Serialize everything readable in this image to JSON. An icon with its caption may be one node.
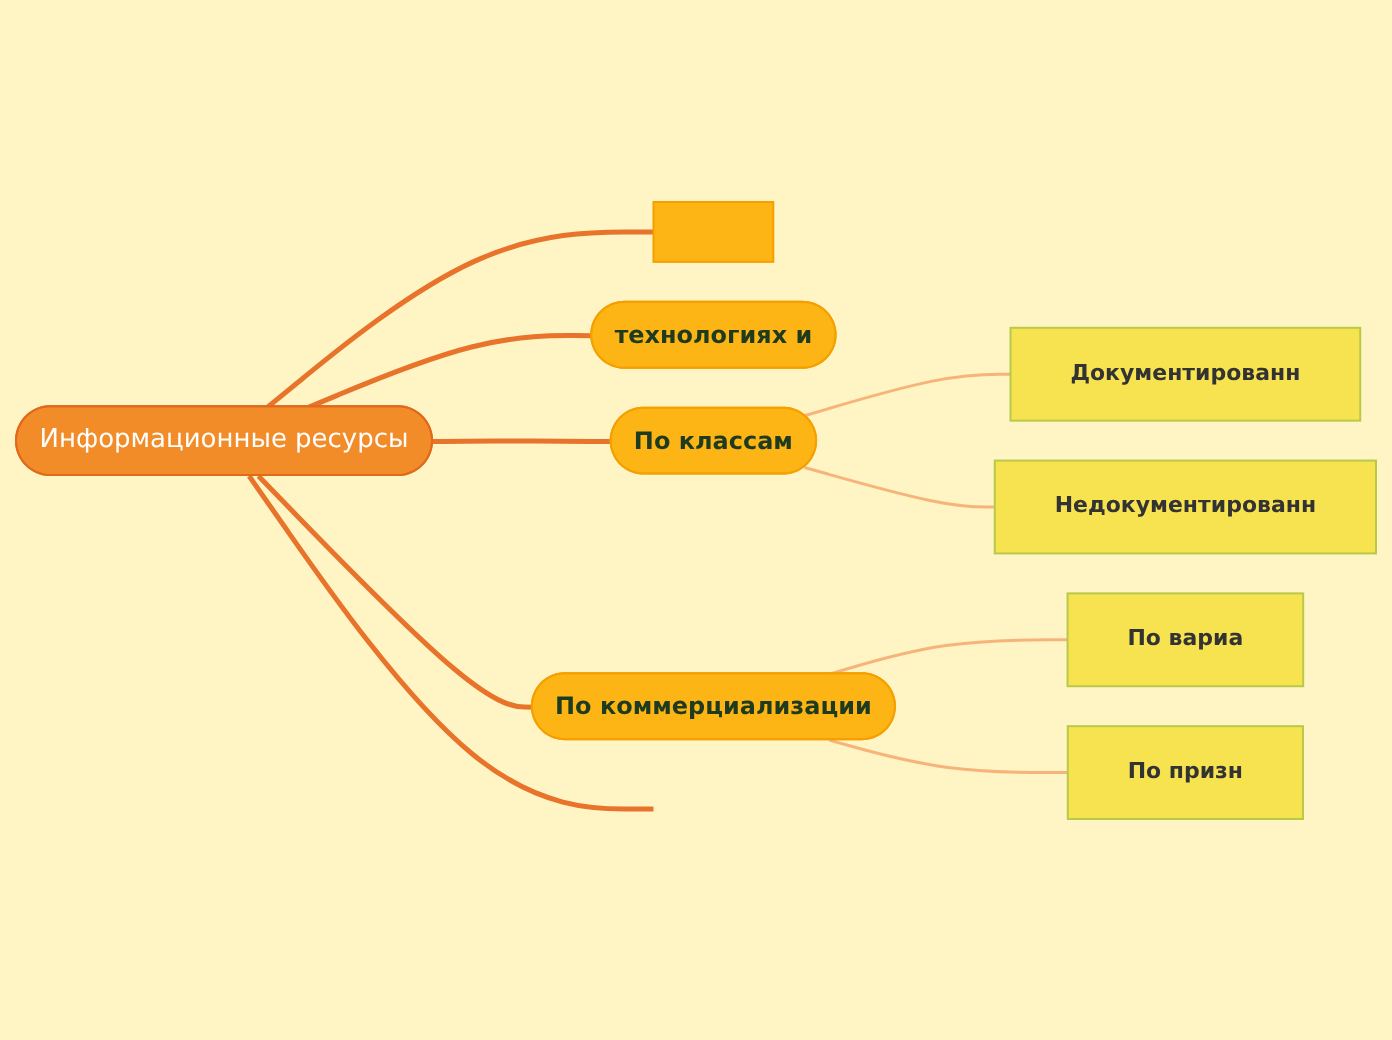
{
  "diagram": {
    "nodes": [
      {
        "text": [
          "Информационные ресурсы"
        ]
      },
      {
        "text": [],
        "shape": "box"
      },
      {
        "text": [
          "технологиях и"
        ]
      },
      {
        "text": [
          "По классам"
        ]
      },
      {
        "text": [
          "Документированн"
        ]
      },
      {
        "text": [
          "Недокументированн"
        ]
      },
      {
        "text": [
          "По коммерциализации"
        ]
      },
      {
        "text": [
          "По вариа"
        ]
      },
      {
        "text": [
          "По призн"
        ]
      }
    ],
    "edges": [
      {
        "from": 0,
        "to": 1,
        "arrow": "none"
      },
      {
        "from": 0,
        "to": 2,
        "arrow": "none"
      },
      {
        "from": 0,
        "to": 3,
        "arrow": "none"
      },
      {
        "from": 3,
        "to": 4,
        "arrow": "none",
        "color": "#f7b47a"
      },
      {
        "from": 3,
        "to": 5,
        "arrow": "none",
        "color": "#f7b47a"
      },
      {
        "from": 0,
        "to": 6,
        "arrow": "none"
      },
      {
        "from": 6,
        "to": 7,
        "arrow": "none",
        "color": "#f7b47a"
      },
      {
        "from": 6,
        "to": 8,
        "arrow": "none",
        "color": "#f7b47a"
      },
      {
        "from": 0,
        "to": null,
        "arrow": "none"
      }
    ]
  }
}
